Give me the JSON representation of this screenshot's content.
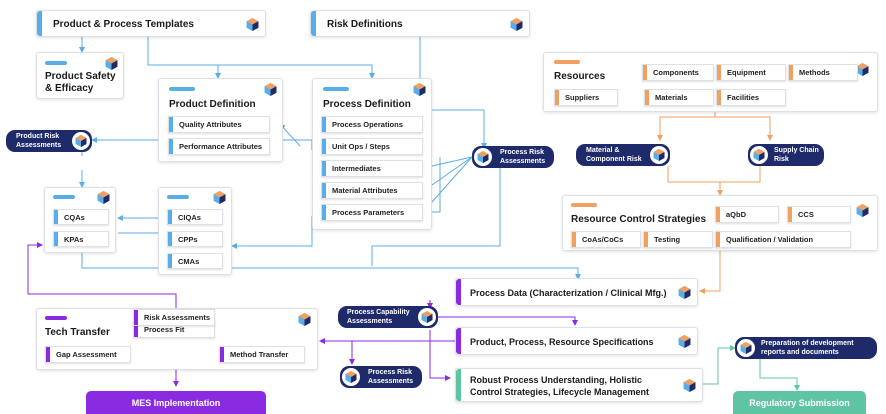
{
  "colors": {
    "blue": "#5aaee8",
    "orange": "#f0a060",
    "purple": "#8a2be2",
    "navy": "#1f2a6b",
    "green": "#5fc4a4"
  },
  "templates": {
    "title": "Product & Process Templates"
  },
  "risk_definitions": {
    "title": "Risk Definitions"
  },
  "product_safety": {
    "title_line1": "Product Safety",
    "title_line2": "& Efficacy"
  },
  "product_definition": {
    "title": "Product Definition",
    "items": [
      "Quality Attributes",
      "Performance Attributes"
    ]
  },
  "process_definition": {
    "title": "Process Definition",
    "items": [
      "Process Operations",
      "Unit Ops / Steps",
      "Intermediates",
      "Material Attributes",
      "Process Parameters"
    ]
  },
  "resources": {
    "title": "Resources",
    "items": [
      "Components",
      "Equipment",
      "Methods",
      "Suppliers",
      "Materials",
      "Facilities"
    ]
  },
  "badges": {
    "product_risk": {
      "line1": "Product Risk",
      "line2": "Assessments"
    },
    "process_risk": {
      "line1": "Process Risk",
      "line2": "Assessments"
    },
    "material_risk": {
      "line1": "Material &",
      "line2": "Component Risk"
    },
    "supply_chain": {
      "line1": "Supply Chain",
      "line2": "Risk"
    },
    "capability": {
      "line1": "Process Capability",
      "line2": "Assessments"
    },
    "process_risk_2": {
      "line1": "Process Risk",
      "line2": "Assessments"
    },
    "development": {
      "line1": "Preparation of development",
      "line2": "reports and documents"
    }
  },
  "cqa_box": {
    "items": [
      "CQAs",
      "KPAs"
    ]
  },
  "ciqa_box": {
    "items": [
      "CIQAs",
      "CPPs",
      "CMAs"
    ]
  },
  "resource_control": {
    "title": "Resource Control Strategies",
    "items": [
      "aQbD",
      "CCS",
      "CoAs/CoCs",
      "Testing",
      "Qualification / Validation"
    ]
  },
  "process_data": {
    "title": "Process Data (Characterization / Clinical Mfg.)"
  },
  "specifications": {
    "title": "Product, Process, Resource Specifications"
  },
  "robust": {
    "line1": "Robust Process Understanding, Holistic",
    "line2": "Control Strategies, Lifecycle Management"
  },
  "tech_transfer": {
    "title": "Tech Transfer",
    "items": [
      "Process Fit",
      "Gap Assessment",
      "Risk Assessments",
      "Method Transfer"
    ]
  },
  "footer": {
    "mes": "MES Implementation",
    "regulatory": "Regulatory Submission"
  }
}
